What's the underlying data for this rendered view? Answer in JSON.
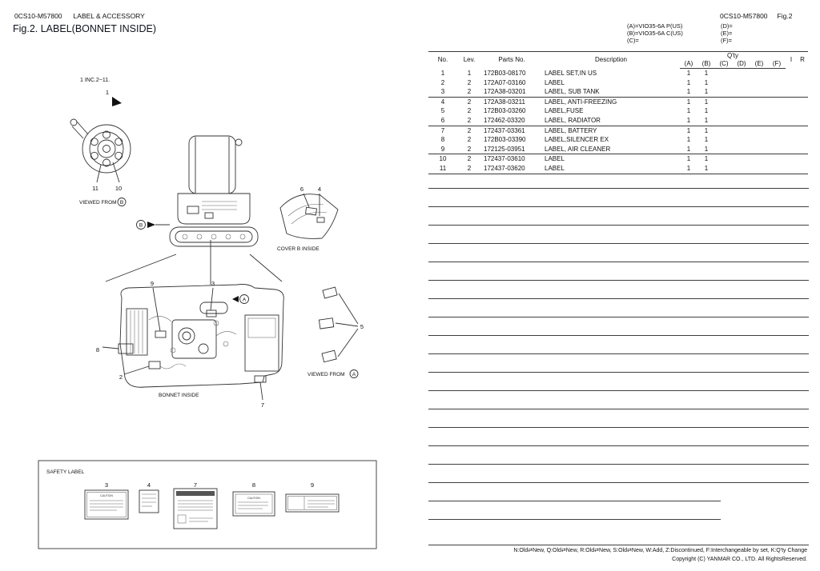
{
  "page": {
    "code_left": "0CS10-M57800",
    "section_title": "LABEL & ACCESSORY",
    "fig_title": "Fig.2.  LABEL(BONNET INSIDE)",
    "code_right": "0CS10-M57800",
    "fig_ref": "Fig.2"
  },
  "models": {
    "a": "(A)=VIO35-6A P(US)",
    "b": "(B)=VIO35-6A C(US)",
    "c": "(C)=",
    "d": "(D)=",
    "e": "(E)=",
    "f": "(F)="
  },
  "table": {
    "col_no": "No.",
    "col_lev": "Lev.",
    "col_parts": "Parts No.",
    "col_desc": "Description",
    "col_qty": "Q'ty",
    "col_i": "I",
    "col_r": "R",
    "qty_cols": [
      "(A)",
      "(B)",
      "(C)",
      "(D)",
      "(E)",
      "(F)"
    ],
    "rows": [
      {
        "no": "1",
        "lev": "1",
        "part": "172B03-08170",
        "desc": "LABEL SET,IN US",
        "qa": "1",
        "qb": "1"
      },
      {
        "no": "2",
        "lev": "2",
        "part": "172A07-03160",
        "desc": "LABEL",
        "qa": "1",
        "qb": "1"
      },
      {
        "no": "3",
        "lev": "2",
        "part": "172A38-03201",
        "desc": "LABEL, SUB TANK",
        "qa": "1",
        "qb": "1"
      },
      {
        "no": "4",
        "lev": "2",
        "part": "172A38-03211",
        "desc": "LABEL, ANTI-FREEZING",
        "qa": "1",
        "qb": "1"
      },
      {
        "no": "5",
        "lev": "2",
        "part": "172B03-03260",
        "desc": "LABEL,FUSE",
        "qa": "1",
        "qb": "1"
      },
      {
        "no": "6",
        "lev": "2",
        "part": "172462-03320",
        "desc": "LABEL, RADIATOR",
        "qa": "1",
        "qb": "1"
      },
      {
        "no": "7",
        "lev": "2",
        "part": "172437-03361",
        "desc": "LABEL, BATTERY",
        "qa": "1",
        "qb": "1"
      },
      {
        "no": "8",
        "lev": "2",
        "part": "172B03-03390",
        "desc": "LABEL,SILENCER EX",
        "qa": "1",
        "qb": "1"
      },
      {
        "no": "9",
        "lev": "2",
        "part": "172125-03951",
        "desc": "LABEL, AIR CLEANER",
        "qa": "1",
        "qb": "1"
      },
      {
        "no": "10",
        "lev": "2",
        "part": "172437-03610",
        "desc": "LABEL",
        "qa": "1",
        "qb": "1"
      },
      {
        "no": "11",
        "lev": "2",
        "part": "172437-03620",
        "desc": "LABEL",
        "qa": "1",
        "qb": "1"
      }
    ]
  },
  "diagram": {
    "inc_note": "1 INC.2~11.",
    "callouts": {
      "n1": "1",
      "n2": "2",
      "n3": "3",
      "n4": "4",
      "n5": "5",
      "n6": "6",
      "n7": "7",
      "n8": "8",
      "n9": "9",
      "n10": "10",
      "n11": "11"
    },
    "viewed_from": "VIEWED FROM",
    "view_a": "A",
    "view_b": "B",
    "cover_b_inside": "COVER B INSIDE",
    "bonnet_inside": "BONNET INSIDE",
    "safety_label": "SAFETY LABEL",
    "safety_numbers": [
      "3",
      "4",
      "7",
      "8",
      "9"
    ],
    "caution": "CAUTION"
  },
  "footer": {
    "legend": "N:Old⇄New, Q:Old⇄New, R:Old⇄New, S:Old⇄New, W:Add, Z:Discontinued, F:Interchangeable by set, K:Q'ty Change",
    "copyright": "Copyright (C) YANMAR CO., LTD. All RightsReserved."
  }
}
